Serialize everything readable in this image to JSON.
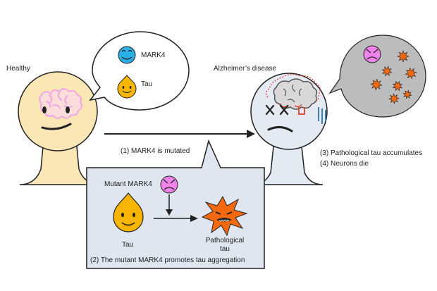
{
  "labels": {
    "healthy": "Healthy",
    "alzheimers": "Alzheimer’s disease",
    "mark4": "MARK4",
    "tau_legend": "Tau",
    "step1": "(1) MARK4 is mutated",
    "step3": "(3) Pathological tau accumulates",
    "step4": "(4) Neurons die",
    "mutant_mark4": "Mutant MARK4",
    "tau_inset": "Tau",
    "pathological_tau_line1": "Pathological",
    "pathological_tau_line2": "tau",
    "step2": "(2) The mutant MARK4 promotes tau aggregation"
  },
  "colors": {
    "skin": "#fbe6b5",
    "inset_fill": "#dfe6ef",
    "sick_face": "#e3eaf2",
    "mark4_blue": "#29aee6",
    "tau_orange": "#f7b500",
    "mutant_pink": "#ee83ea",
    "pathological_orange": "#f2690f",
    "brain_pink": "#f1a6e6",
    "bubble_gray": "#bcbcbc",
    "blue_marks": "#3f7fb0",
    "red_marks": "#e13a2e"
  },
  "icons": {
    "healthy_face": "smiling-face",
    "sick_face": "sad-face-with-x-eyes",
    "mark4": "smiling-blue-circle",
    "tau": "smiling-orange-drop",
    "mutant_mark4": "angry-pink-circle",
    "pathological_tau": "spiky-orange-star"
  }
}
